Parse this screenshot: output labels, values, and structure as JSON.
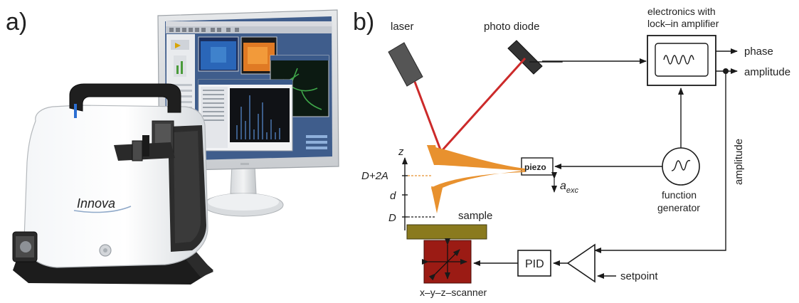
{
  "panels": {
    "a": "a)",
    "b": "b)"
  },
  "photo": {
    "brand": "Innova"
  },
  "diagram": {
    "laser": "laser",
    "photo_diode": "photo diode",
    "electronics_line1": "electronics with",
    "electronics_line2": "lock–in amplifier",
    "phase": "phase",
    "amplitude_out": "amplitude",
    "amplitude_vertical": "amplitude",
    "z_axis": "z",
    "d_plus_2a": "D+2A",
    "d_small": "d",
    "d_big": "D",
    "piezo": "piezo",
    "a_exc_main": "a",
    "a_exc_sub": "exc",
    "function_gen_line1": "function",
    "function_gen_line2": "generator",
    "sample": "sample",
    "pid": "PID",
    "setpoint": "setpoint",
    "scanner": "x–y–z–scanner"
  },
  "colors": {
    "laser_beam": "#cc2a2a",
    "cantilever": "#e8912e",
    "sample": "#8a7a1e",
    "scanner": "#9b1b14",
    "line": "#1a1a1a"
  }
}
